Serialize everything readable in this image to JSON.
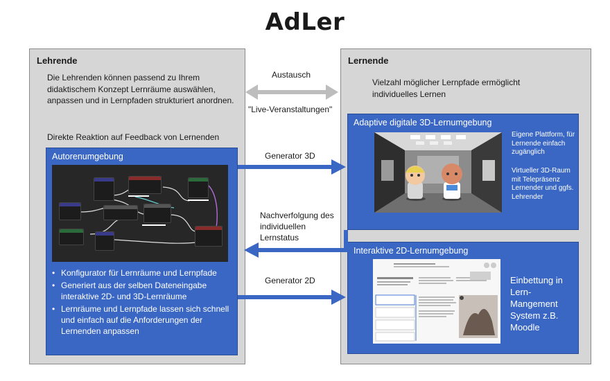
{
  "title": "AdLer",
  "left": {
    "heading": "Lehrende",
    "desc": "Die Lehrenden können passend zu Ihrem didaktischem Konzept Lernräume auswählen, anpassen und in Lernpfaden strukturiert anordnen.",
    "feedback": "Direkte Reaktion auf Feedback von Lernenden",
    "autoren": {
      "heading": "Autorenumgebung",
      "bullets": [
        "Konfigurator für Lernräume und Lernpfade",
        "Generiert aus der selben Dateneingabe interaktive 2D- und 3D-Lernräume",
        "Lernräume und Lernpfade lassen sich schnell und einfach auf die Anforderungen der Lernenden anpassen"
      ]
    }
  },
  "right": {
    "heading": "Lernende",
    "desc": "Vielzahl möglicher Lernpfade ermöglicht individuelles Lernen",
    "adaptive": {
      "heading": "Adaptive digitale 3D-Lernumgebung",
      "text1": "Eigene Plattform, für Lernende einfach zugänglich",
      "text2": "Virtueller 3D-Raum mit Telepräsenz Lernender und ggfs. Lehrender"
    },
    "interactive": {
      "heading": "Interaktive 2D-Lernumgebung",
      "text": "Einbettung in Lern-Mangement System z.B. Moodle"
    }
  },
  "connectors": {
    "austausch": "Austausch",
    "live": "\"Live-Veranstaltungen\"",
    "generator_3d": "Generator 3D",
    "nachverfolgung": "Nachverfolgung des individuellen Lernstatus",
    "generator_2d": "Generator 2D"
  },
  "colors": {
    "panel": "#d6d6d6",
    "blue_box": "#3a67c4",
    "arrow_blue": "#3a67c4",
    "arrow_gray": "#bdbdbd"
  }
}
